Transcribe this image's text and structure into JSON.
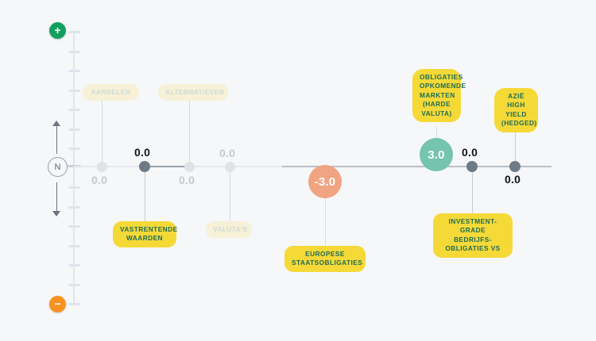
{
  "chart_data": {
    "type": "scatter",
    "title": "",
    "xlabel": "",
    "ylabel": "",
    "axis": {
      "vertical_top_icon": "plus-icon",
      "vertical_bottom_icon": "minus-icon",
      "neutral_marker": "N",
      "neutral_value": 0,
      "range_hint": "+ / N / -",
      "tick_count": 14,
      "grid": false
    },
    "points": [
      {
        "label": "AANDELEN",
        "value": "0.0",
        "state": "muted",
        "label_position": "above"
      },
      {
        "label": "VASTRENTENDE WAARDEN",
        "value": "0.0",
        "state": "active",
        "label_position": "below"
      },
      {
        "label": "ALTERNATIEVEN",
        "value": "0.0",
        "state": "muted",
        "label_position": "above"
      },
      {
        "label": "VALUTA'S",
        "value": "0.0",
        "state": "muted",
        "label_position": "below"
      },
      {
        "label": "EUROPESE STAATSOBLIGATIES",
        "value": "-3.0",
        "state": "negative",
        "label_position": "below"
      },
      {
        "label": "OBLIGATIES OPKOMENDE MARKTEN (HARDE VALUTA)",
        "value": "3.0",
        "state": "positive",
        "label_position": "above"
      },
      {
        "label": "INVESTMENT-GRADE BEDRIJFS-OBLIGATIES VS",
        "value": "0.0",
        "state": "active",
        "label_position": "below"
      },
      {
        "label": "AZIË HIGH YIELD (HEDGED)",
        "value": "0.0",
        "state": "active",
        "label_position": "above"
      }
    ],
    "colors": {
      "positive": "#74c4af",
      "negative": "#f0a482",
      "neutral": "#6e7a85",
      "muted": "#dfe3e7",
      "pill": "#f5d937",
      "pill_text": "#1c6b56",
      "pill_faded": "#f6f1d7",
      "plus": "#13a05f",
      "minus": "#f8921f",
      "background": "#f6f7f9"
    }
  },
  "labels": {
    "aandelen": "AANDELEN",
    "alternatieven": "ALTERNATIEVEN",
    "vastrentende": "VASTRENTENDE\nWAARDEN",
    "vastrentende_l1": "VASTRENTENDE",
    "vastrentende_l2": "WAARDEN",
    "valutas": "VALUTA'S",
    "europese_l1": "EUROPESE",
    "europese_l2": "STAATSOBLIGATIES",
    "obligaties_l1": "OBLIGATIES",
    "obligaties_l2": "OPKOMENDE",
    "obligaties_l3": "MARKTEN",
    "obligaties_l4": "(HARDE",
    "obligaties_l5": "VALUTA)",
    "azie_l1": "AZIË HIGH",
    "azie_l2": "YIELD",
    "azie_l3": "(HEDGED)",
    "investment_l1": "INVESTMENT-",
    "investment_l2": "GRADE BEDRIJFS-",
    "investment_l3": "OBLIGATIES VS"
  },
  "values": {
    "aandelen": "0.0",
    "vastrentende": "0.0",
    "alternatieven": "0.0",
    "valutas": "0.0",
    "europese": "-3.0",
    "obligaties_em": "3.0",
    "investment_grade": "0.0",
    "azie": "0.0"
  },
  "axis": {
    "plus": "+",
    "minus": "−",
    "neutral": "N"
  }
}
